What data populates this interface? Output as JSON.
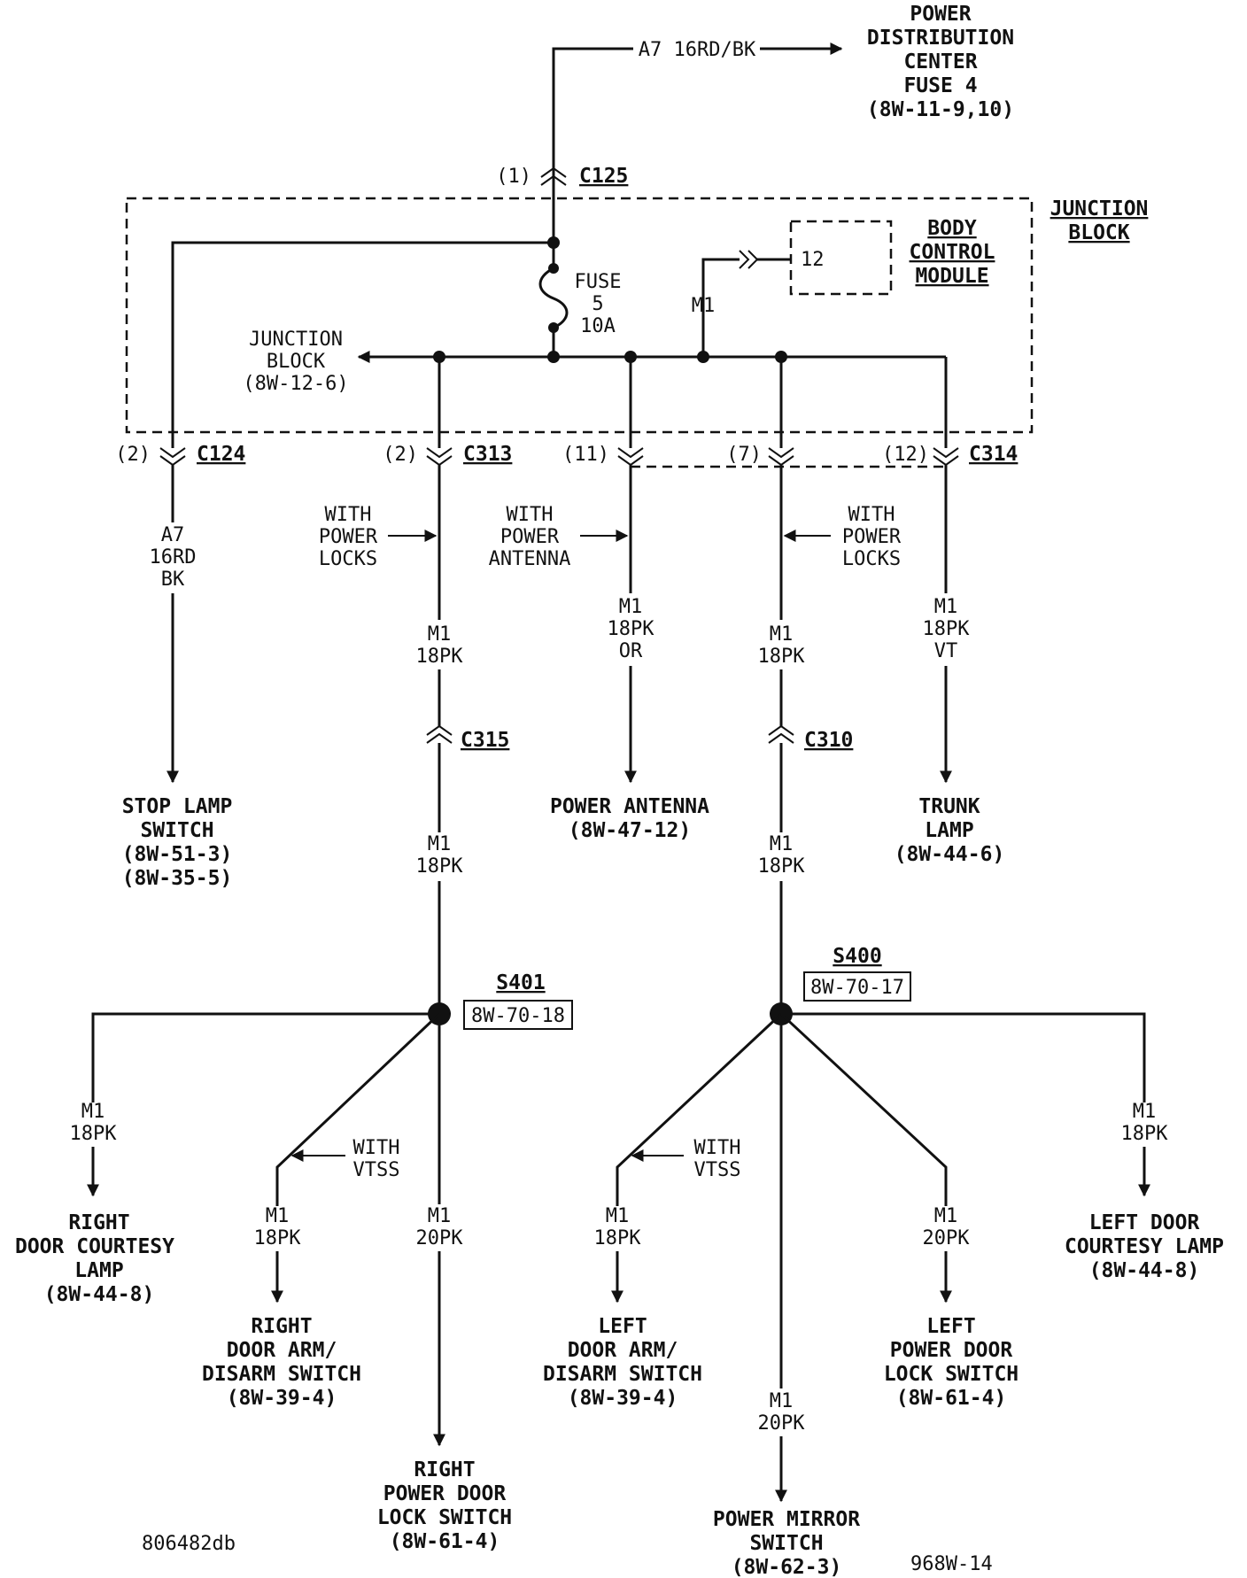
{
  "source": {
    "wire": "A7  16RD/BK",
    "title_lines": [
      "POWER",
      "DISTRIBUTION",
      "CENTER",
      "FUSE 4",
      "(8W-11-9,10)"
    ]
  },
  "junction_block": {
    "label_lines": [
      "JUNCTION",
      "BLOCK"
    ],
    "body_control_module": [
      "BODY",
      "CONTROL",
      "MODULE"
    ],
    "bcm_pin": "12",
    "bcm_wire": "M1",
    "fuse_lines": [
      "FUSE",
      "5",
      "10A"
    ],
    "left_ref": [
      "JUNCTION",
      "BLOCK",
      "(8W-12-6)"
    ]
  },
  "connectors": {
    "c125": {
      "pin": "(1)",
      "name": "C125"
    },
    "c124": {
      "pin": "(2)",
      "name": "C124"
    },
    "c313": {
      "pin": "(2)",
      "name": "C313"
    },
    "c314_11": {
      "pin": "(11)"
    },
    "c314_7": {
      "pin": "(7)"
    },
    "c314": {
      "pin": "(12)",
      "name": "C314"
    },
    "c315": {
      "name": "C315"
    },
    "c310": {
      "name": "C310"
    }
  },
  "branches": {
    "stop": {
      "wire": [
        "A7",
        "16RD",
        "BK"
      ],
      "dest": [
        "STOP LAMP",
        "SWITCH",
        "(8W-51-3)",
        "(8W-35-5)"
      ]
    },
    "locks_r": {
      "note": [
        "WITH",
        "POWER",
        "LOCKS"
      ],
      "wire_a": [
        "M1",
        "18PK"
      ],
      "wire_b": [
        "M1",
        "18PK"
      ]
    },
    "antenna": {
      "note": [
        "WITH",
        "POWER",
        "ANTENNA"
      ],
      "wire": [
        "M1",
        "18PK",
        "OR"
      ],
      "dest": [
        "POWER ANTENNA",
        "(8W-47-12)"
      ]
    },
    "locks_l": {
      "note": [
        "WITH",
        "POWER",
        "LOCKS"
      ],
      "wire_a": [
        "M1",
        "18PK"
      ],
      "wire_b": [
        "M1",
        "18PK"
      ]
    },
    "trunk": {
      "wire": [
        "M1",
        "18PK",
        "VT"
      ],
      "dest": [
        "TRUNK",
        "LAMP",
        "(8W-44-6)"
      ]
    }
  },
  "splices": {
    "s401": {
      "name": "S401",
      "ref": "8W-70-18"
    },
    "s400": {
      "name": "S400",
      "ref": "8W-70-17"
    }
  },
  "s401_outputs": {
    "courtesy": {
      "wire": [
        "M1",
        "18PK"
      ],
      "dest": [
        "RIGHT",
        "DOOR COURTESY",
        "LAMP",
        "(8W-44-8)"
      ]
    },
    "arm": {
      "note": [
        "WITH",
        "VTSS"
      ],
      "wire": [
        "M1",
        "18PK"
      ],
      "dest": [
        "RIGHT",
        "DOOR ARM/",
        "DISARM SWITCH",
        "(8W-39-4)"
      ]
    },
    "lock": {
      "wire": [
        "M1",
        "20PK"
      ],
      "dest": [
        "RIGHT",
        "POWER DOOR",
        "LOCK SWITCH",
        "(8W-61-4)"
      ]
    }
  },
  "s400_outputs": {
    "arm": {
      "note": [
        "WITH",
        "VTSS"
      ],
      "wire": [
        "M1",
        "18PK"
      ],
      "dest": [
        "LEFT",
        "DOOR ARM/",
        "DISARM SWITCH",
        "(8W-39-4)"
      ]
    },
    "mirror": {
      "wire": [
        "M1",
        "20PK"
      ],
      "dest": [
        "POWER MIRROR",
        "SWITCH",
        "(8W-62-3)"
      ]
    },
    "lock": {
      "wire": [
        "M1",
        "20PK"
      ],
      "dest": [
        "LEFT",
        "POWER DOOR",
        "LOCK SWITCH",
        "(8W-61-4)"
      ]
    },
    "courtesy": {
      "wire": [
        "M1",
        "18PK"
      ],
      "dest": [
        "LEFT DOOR",
        "COURTESY LAMP",
        "(8W-44-8)"
      ]
    }
  },
  "footer": {
    "left": "806482db",
    "right": "968W-14"
  }
}
